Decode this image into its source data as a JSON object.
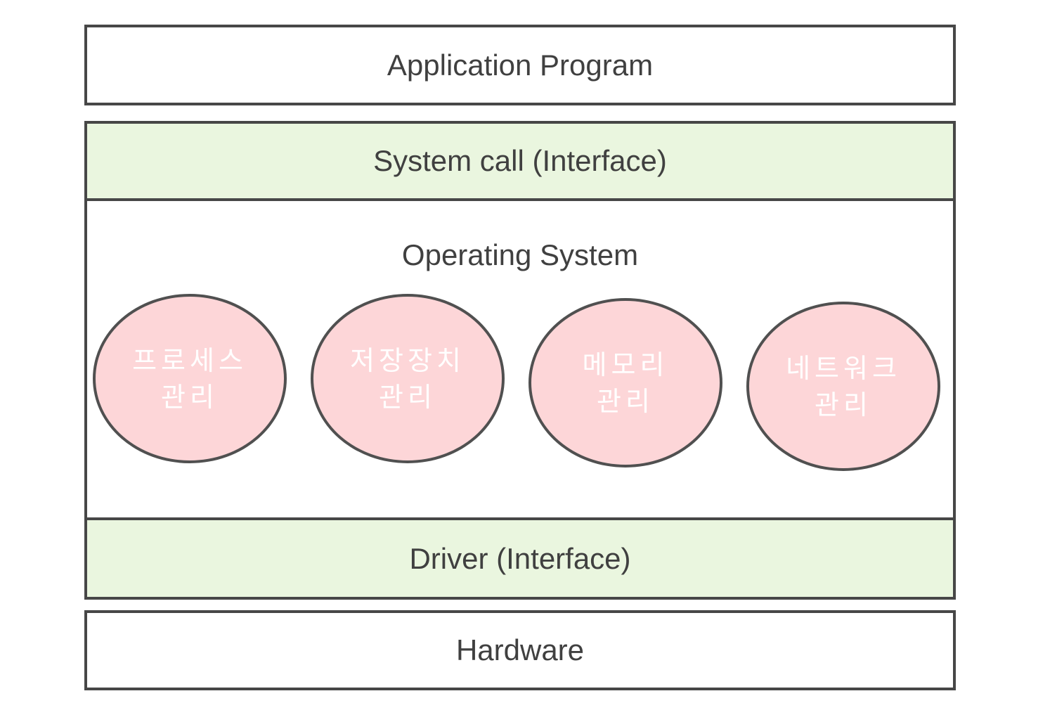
{
  "layers": {
    "application": "Application Program",
    "system_call": "System call (Interface)",
    "operating_system": "Operating System",
    "driver": "Driver (Interface)",
    "hardware": "Hardware"
  },
  "modules": [
    {
      "line1": "프로세스",
      "line2": "관리"
    },
    {
      "line1": "저장장치",
      "line2": "관리"
    },
    {
      "line1": "메모리",
      "line2": "관리"
    },
    {
      "line1": "네트워크",
      "line2": "관리"
    }
  ],
  "colors": {
    "interface_fill": "#eaf6df",
    "module_fill": "#fdd6d8",
    "border": "#474747",
    "module_text": "#ffffff"
  }
}
